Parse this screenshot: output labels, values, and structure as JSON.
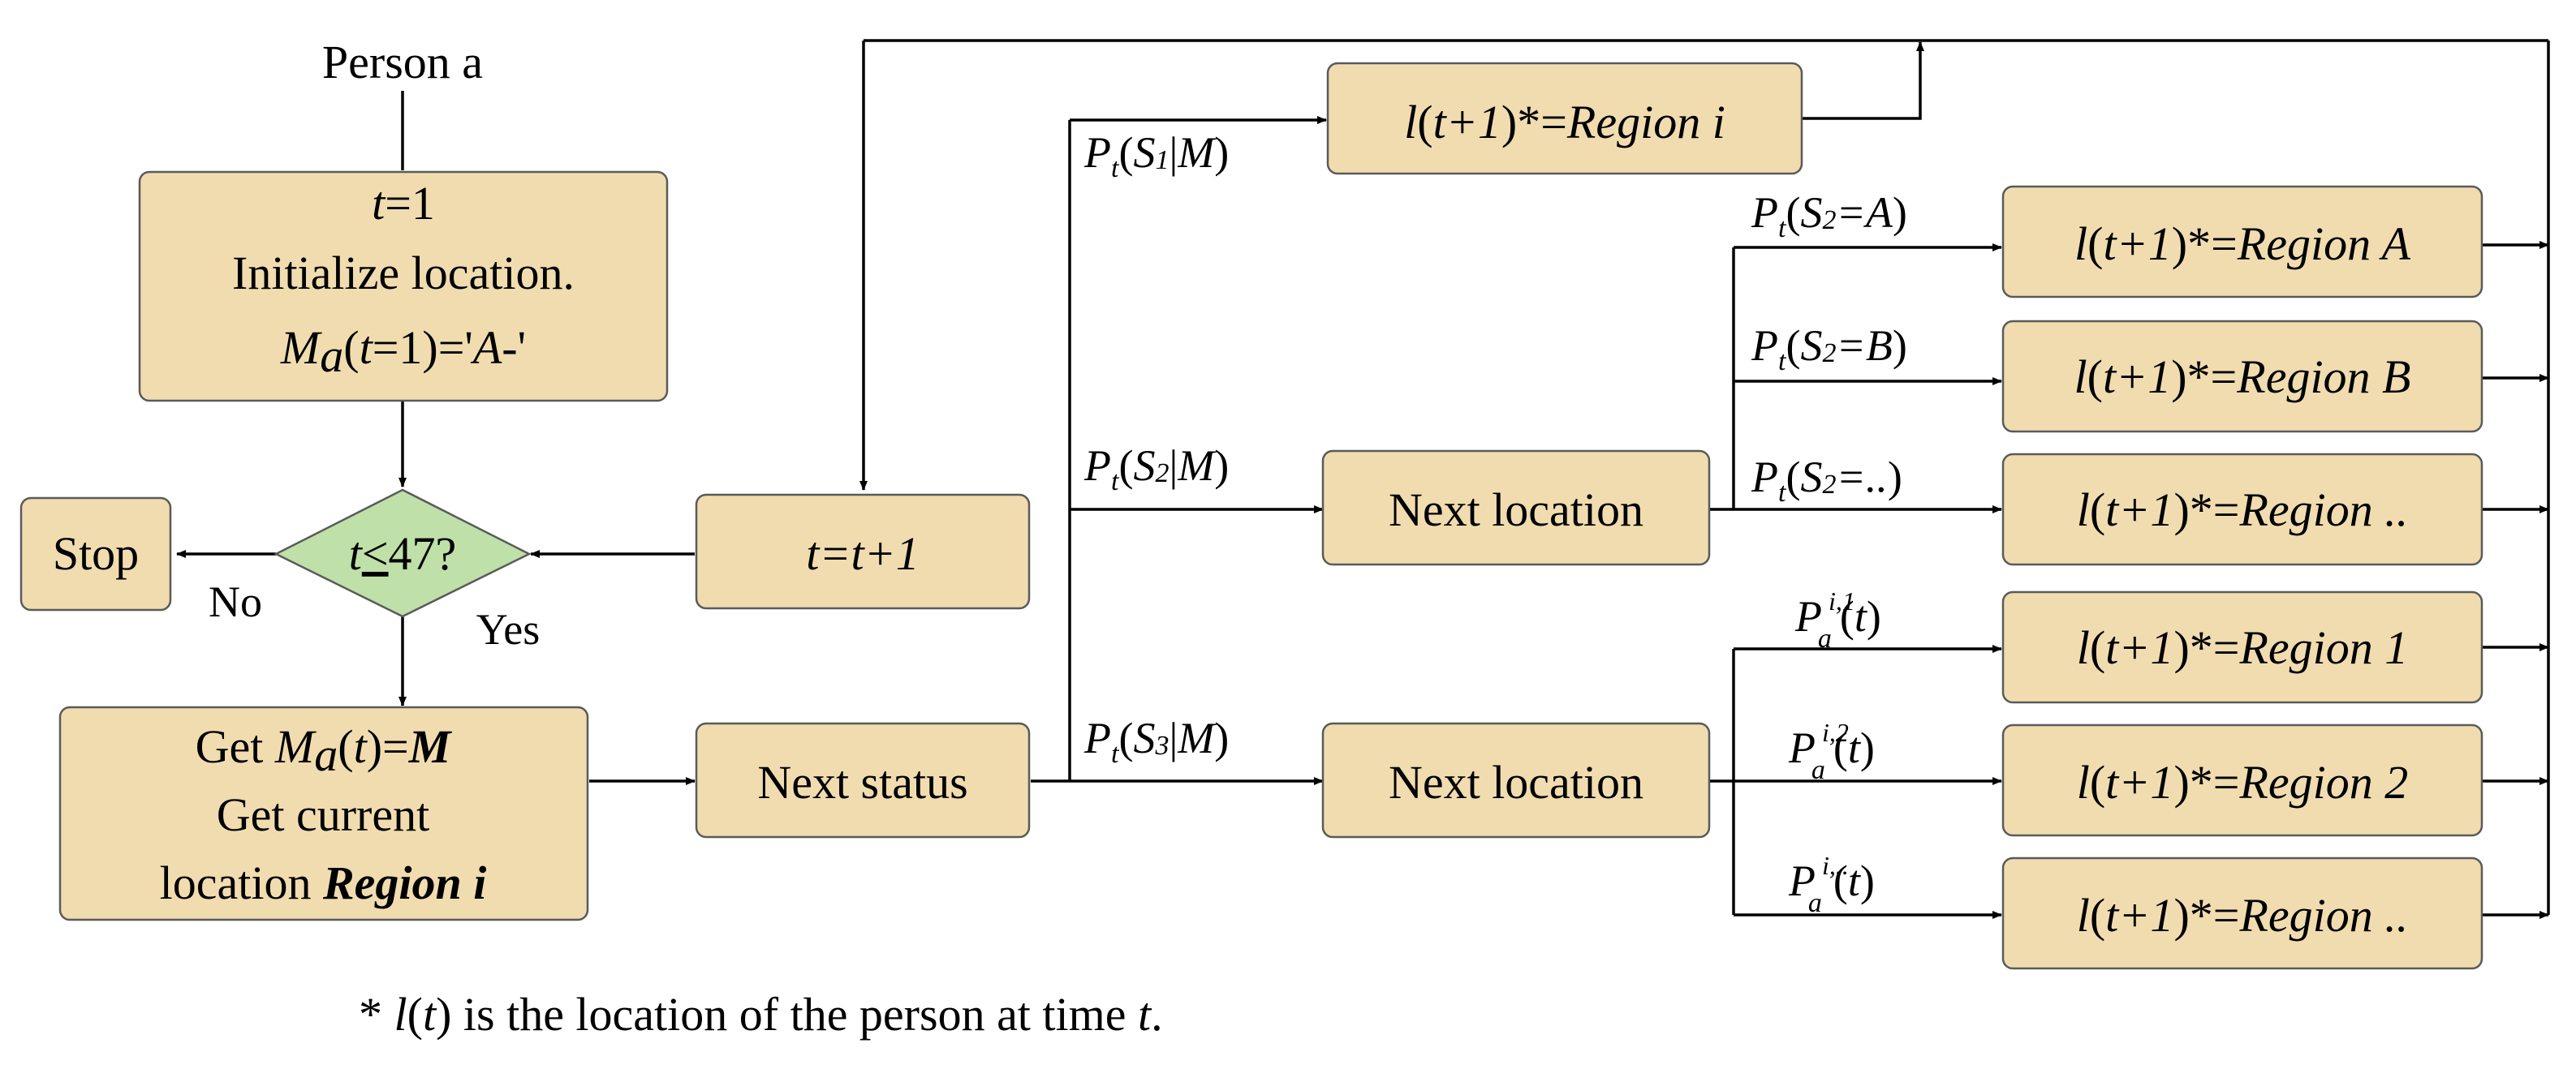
{
  "title": "Person a",
  "nodes": {
    "start": {
      "line1": "t=1",
      "line2": "Initialize location.",
      "line3": "Ma(t=1)='A-'"
    },
    "decision": "t≤47?",
    "decision_no": "No",
    "decision_yes": "Yes",
    "stop": "Stop",
    "get_state": {
      "line1": "Get Ma(t)=M",
      "line2": "Get current",
      "line3": "location Region i"
    },
    "increment": "t=t+1",
    "next_status": "Next status",
    "next_location_s2": "Next location",
    "next_location_s3": "Next location"
  },
  "branches": {
    "s1": "Pt(S1|M)",
    "s2": "Pt(S2|M)",
    "s3": "Pt(S3|M)",
    "s2_a": "Pt(S2=A)",
    "s2_b": "Pt(S2=B)",
    "s2_etc": "Pt(S2=..)",
    "s3_1": "Pa i,1(t)",
    "s3_2": "Pa i,2(t)",
    "s3_etc": "Pa i,..(t)"
  },
  "outcomes": {
    "stay": "l(t+1)*=Region i",
    "region_a": "l(t+1)*=Region A",
    "region_b": "l(t+1)*=Region B",
    "region_s2_etc": "l(t+1)*=Region ..",
    "region_1": "l(t+1)*=Region 1",
    "region_2": "l(t+1)*=Region 2",
    "region_s3_etc": "l(t+1)*=Region .."
  },
  "footnote": "* l(t) is the location of the person at time t.",
  "colors": {
    "box_fill": "#f0dcaf",
    "decision_fill": "#bfe0a8",
    "stroke": "#000000"
  }
}
